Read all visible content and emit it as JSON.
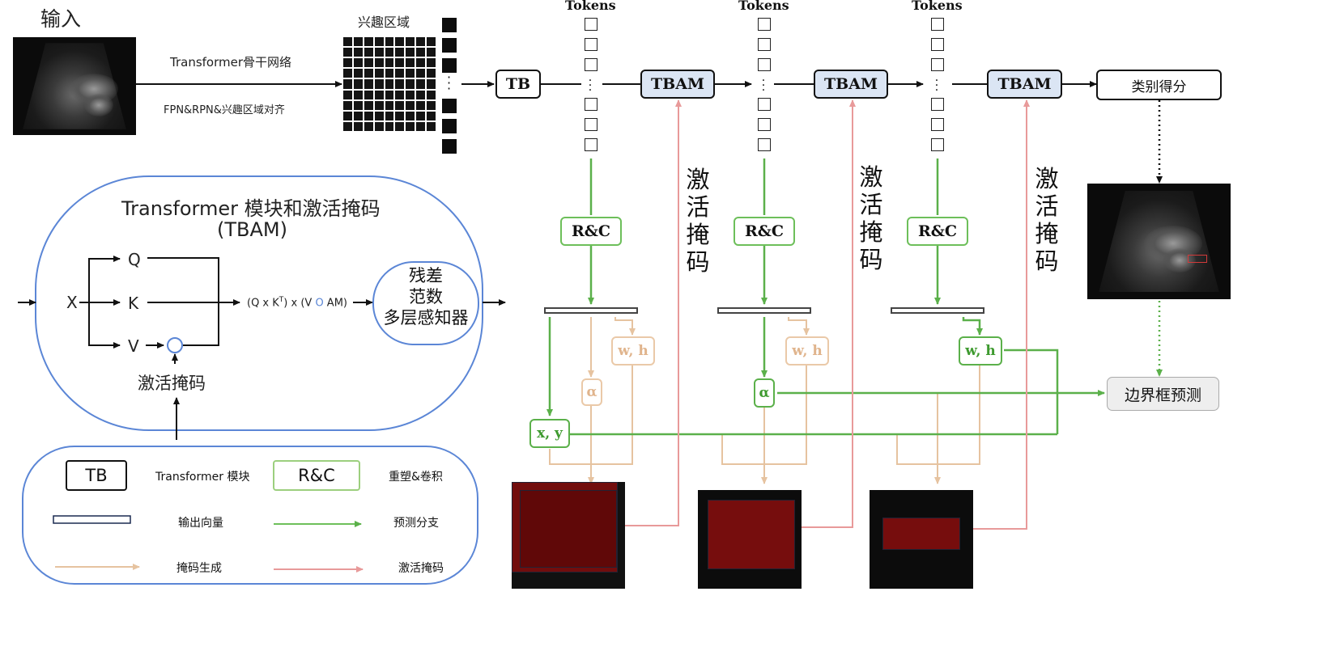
{
  "top": {
    "input_label": "输入",
    "backbone_label": "Transformer骨干网络",
    "fpn_label": "FPN&RPN&兴趣区域对齐",
    "roi_label": "兴趣区域"
  },
  "pipeline": {
    "tokens_label": "Tokens",
    "tb_label": "TB",
    "tbam_label": "TBAM",
    "class_score_label": "类别得分",
    "rc_label": "R&C",
    "activation_mask_label": "激活掩码",
    "wh_label": "w, h",
    "alpha_label": "α",
    "xy_label": "x, y",
    "bbox_pred_label": "边界框预测"
  },
  "tbam_panel": {
    "title": "Transformer 模块和激活掩码",
    "subtitle": "(TBAM)",
    "x_label": "X",
    "q_label": "Q",
    "k_label": "K",
    "v_label": "V",
    "formula_prefix": "(Q x K",
    "formula_sup": "T",
    "formula_mid": ") x (V ",
    "formula_circle": "O",
    "formula_suffix": " AM)",
    "mlp_line1": "残差",
    "mlp_line2": "范数",
    "mlp_line3": "多层感知器",
    "mask_label": "激活掩码"
  },
  "legend": {
    "tb_box": "TB",
    "tb_desc": "Transformer 模块",
    "rc_box": "R&C",
    "rc_desc": "重塑&卷积",
    "vector_desc": "输出向量",
    "pred_desc": "预测分支",
    "maskgen_desc": "掩码生成",
    "actmask_desc": "激活掩码"
  },
  "colors": {
    "green": "#6dbf5a",
    "tan": "#e6c3a0",
    "pink": "#e89a9a",
    "blue_outline": "#5b86d6",
    "tbam_fill": "#dbe5f4"
  }
}
